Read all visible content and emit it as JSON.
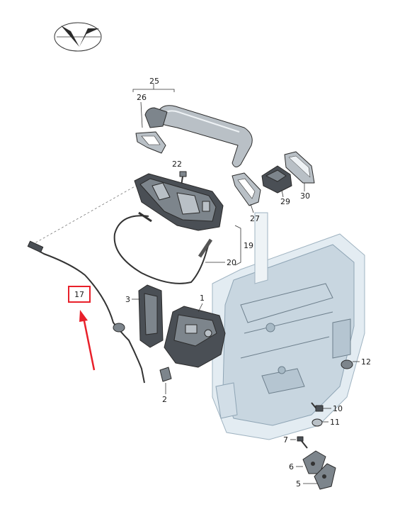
{
  "diagram": {
    "labels": {
      "p1": "1",
      "p2": "2",
      "p3": "3",
      "p5": "5",
      "p6": "6",
      "p7": "7",
      "p10": "10",
      "p11": "11",
      "p12": "12",
      "p17": "17",
      "p19": "19",
      "p20": "20",
      "p22": "22",
      "p25": "25",
      "p26": "26",
      "p27": "27",
      "p29": "29",
      "p30": "30"
    },
    "colors": {
      "highlight_box": "#e8202a",
      "arrow": "#e8202a",
      "door_fill": "#e3ecf2",
      "line": "#333333"
    },
    "icons": [
      "brand-logo-icon",
      "highlight-arrow-icon"
    ]
  }
}
